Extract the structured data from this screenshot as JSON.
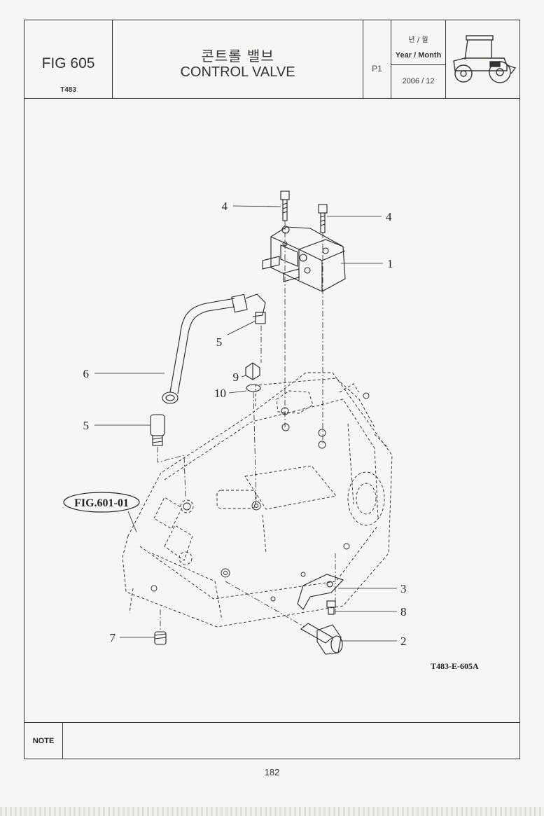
{
  "header": {
    "fig_number": "FIG 605",
    "model": "T483",
    "title_korean": "콘트롤 밸브",
    "title_english": "CONTROL VALVE",
    "page_code": "P1",
    "year_month_label_korean": "년 / 월",
    "year_month_label_english": "Year / Month",
    "year_month_value": "2006 / 12",
    "thumbnail_icon": "tractor-icon"
  },
  "diagram": {
    "part_labels": {
      "p1": "1",
      "p2": "2",
      "p3": "3",
      "p4a": "4",
      "p4b": "4",
      "p5a": "5",
      "p5b": "5",
      "p6": "6",
      "p7": "7",
      "p8": "8",
      "p9": "9",
      "p10": "10"
    },
    "reference_fig": "FIG.601-01",
    "drawing_number": "T483-E-605A"
  },
  "note": {
    "label": "NOTE"
  },
  "page_number": "182",
  "colors": {
    "ink": "#222222",
    "paper": "#f6f6f2"
  }
}
